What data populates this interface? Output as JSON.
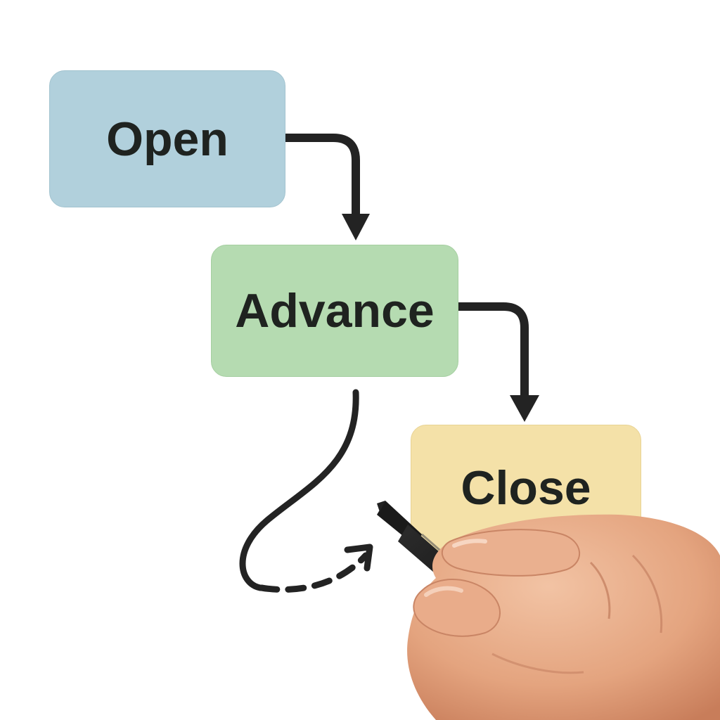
{
  "diagram": {
    "nodes": [
      {
        "id": "open",
        "label": "Open",
        "color": "#b1d0dc"
      },
      {
        "id": "advance",
        "label": "Advance",
        "color": "#b5dbb1"
      },
      {
        "id": "close",
        "label": "Close",
        "color": "#f4e1a8"
      }
    ],
    "edges": [
      {
        "from": "open",
        "to": "advance",
        "style": "solid"
      },
      {
        "from": "advance",
        "to": "close",
        "style": "solid"
      },
      {
        "from": "advance",
        "to": "close",
        "style": "hand-drawn-dashed"
      }
    ],
    "illustration": {
      "hand": "hand-icon",
      "marker": "marker-icon"
    }
  }
}
